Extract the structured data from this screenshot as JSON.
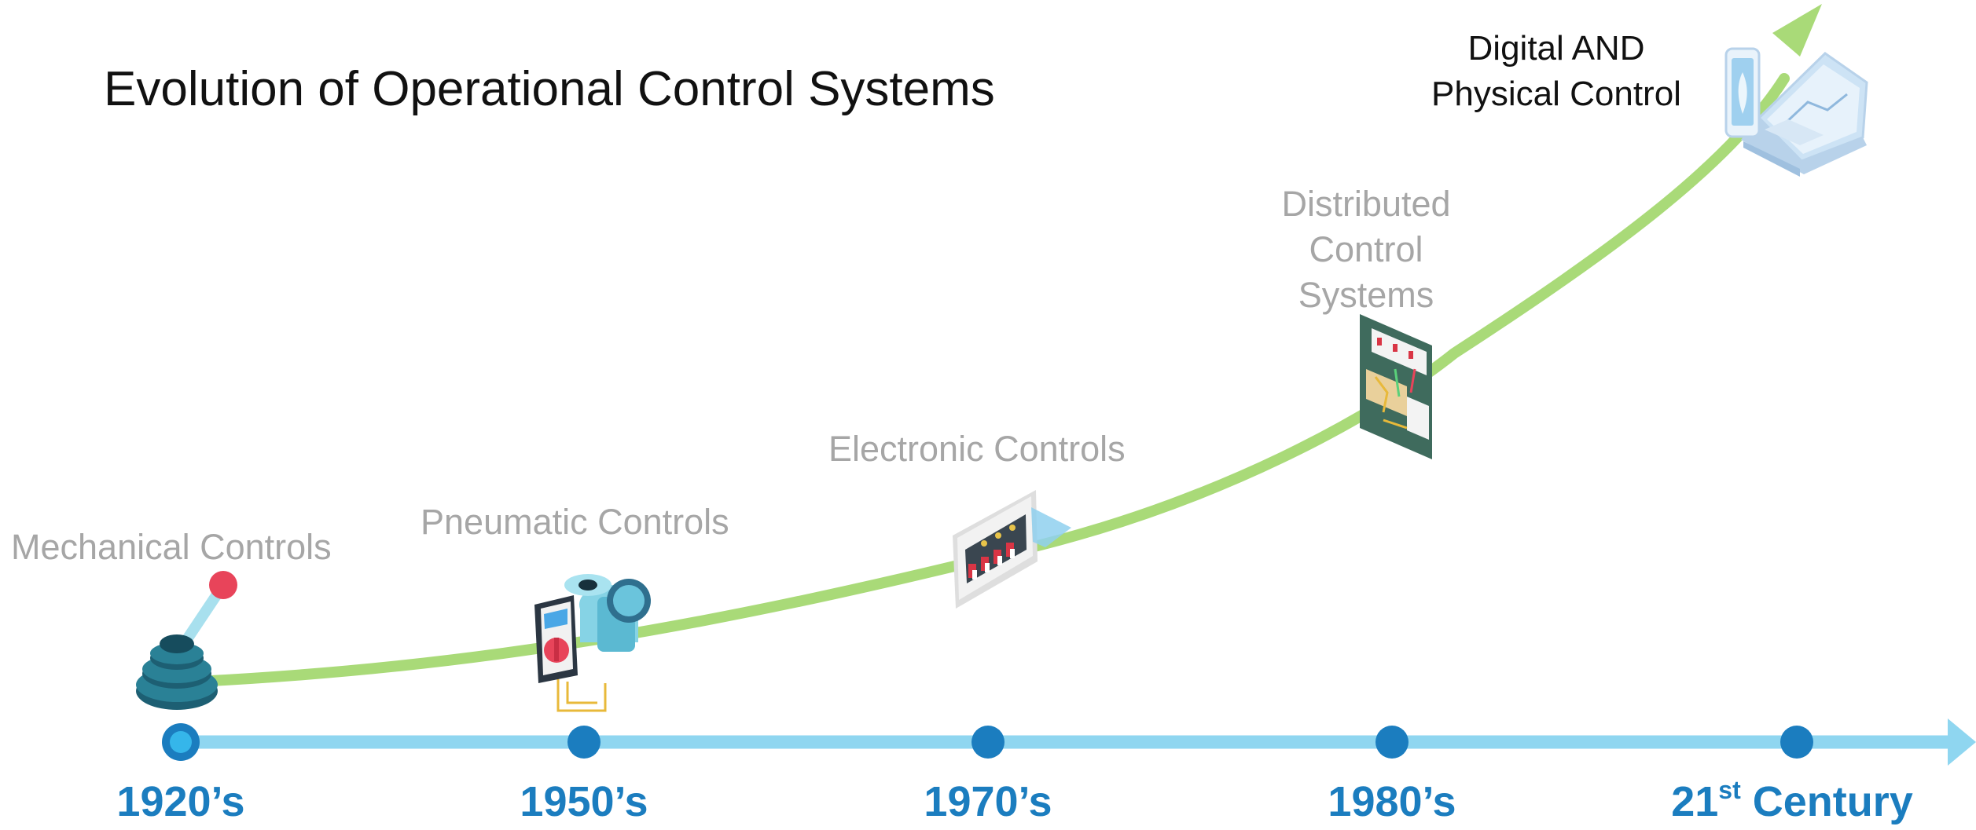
{
  "title": "Evolution of Operational Control Systems",
  "colors": {
    "growth_curve": "#a9da78",
    "timeline": "#8fd6f0",
    "timeline_dot": "#1b7dbf",
    "era_text": "#1b7dbf",
    "stage_text": "#a6a6a6",
    "highlight_text": "#111111"
  },
  "stages": [
    {
      "label": "Mechanical Controls",
      "icon": "joystick-lever-icon"
    },
    {
      "label": "Pneumatic Controls",
      "icon": "pneumatic-valve-icon"
    },
    {
      "label": "Electronic Controls",
      "icon": "electronic-panel-icon"
    },
    {
      "label_lines": [
        "Distributed",
        "Control",
        "Systems"
      ],
      "icon": "control-cabinet-icon"
    },
    {
      "label_lines": [
        "Digital AND",
        "Physical Control"
      ],
      "icon": "laptop-phone-icon"
    }
  ],
  "eras": [
    {
      "label": "1920’s"
    },
    {
      "label": "1950’s"
    },
    {
      "label": "1970’s"
    },
    {
      "label": "1980’s"
    },
    {
      "prefix": "21",
      "sup": "st",
      "suffix": " Century"
    }
  ]
}
